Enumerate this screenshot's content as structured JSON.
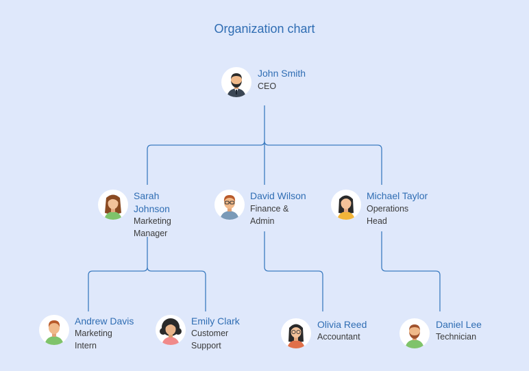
{
  "title": "Organization chart",
  "colors": {
    "background": "#dfe8fb",
    "accent": "#2f6db3",
    "line": "#3b7bc0"
  },
  "people": {
    "john": {
      "name": "John Smith",
      "role_lines": [
        "CEO"
      ],
      "icon": "man-beard-avatar-icon"
    },
    "sarah": {
      "name_lines": [
        "Sarah",
        "Johnson"
      ],
      "role_lines": [
        "Marketing",
        "Manager"
      ],
      "icon": "woman-brown-hair-avatar-icon"
    },
    "david": {
      "name": "David Wilson",
      "role_lines": [
        "Finance &",
        "Admin"
      ],
      "icon": "man-glasses-avatar-icon"
    },
    "michael": {
      "name": "Michael Taylor",
      "role_lines": [
        "Operations",
        "Head"
      ],
      "icon": "woman-dark-hair-avatar-icon"
    },
    "andrew": {
      "name": "Andrew Davis",
      "role_lines": [
        "Marketing",
        "Intern"
      ],
      "icon": "man-avatar-icon"
    },
    "emily": {
      "name": "Emily Clark",
      "role_lines": [
        "Customer",
        "Support"
      ],
      "icon": "woman-curly-hair-avatar-icon"
    },
    "olivia": {
      "name": "Olivia Reed",
      "role_lines": [
        "Accountant"
      ],
      "icon": "woman-glasses-avatar-icon"
    },
    "daniel": {
      "name": "Daniel Lee",
      "role_lines": [
        "Technician"
      ],
      "icon": "man-beard-avatar-icon"
    }
  }
}
